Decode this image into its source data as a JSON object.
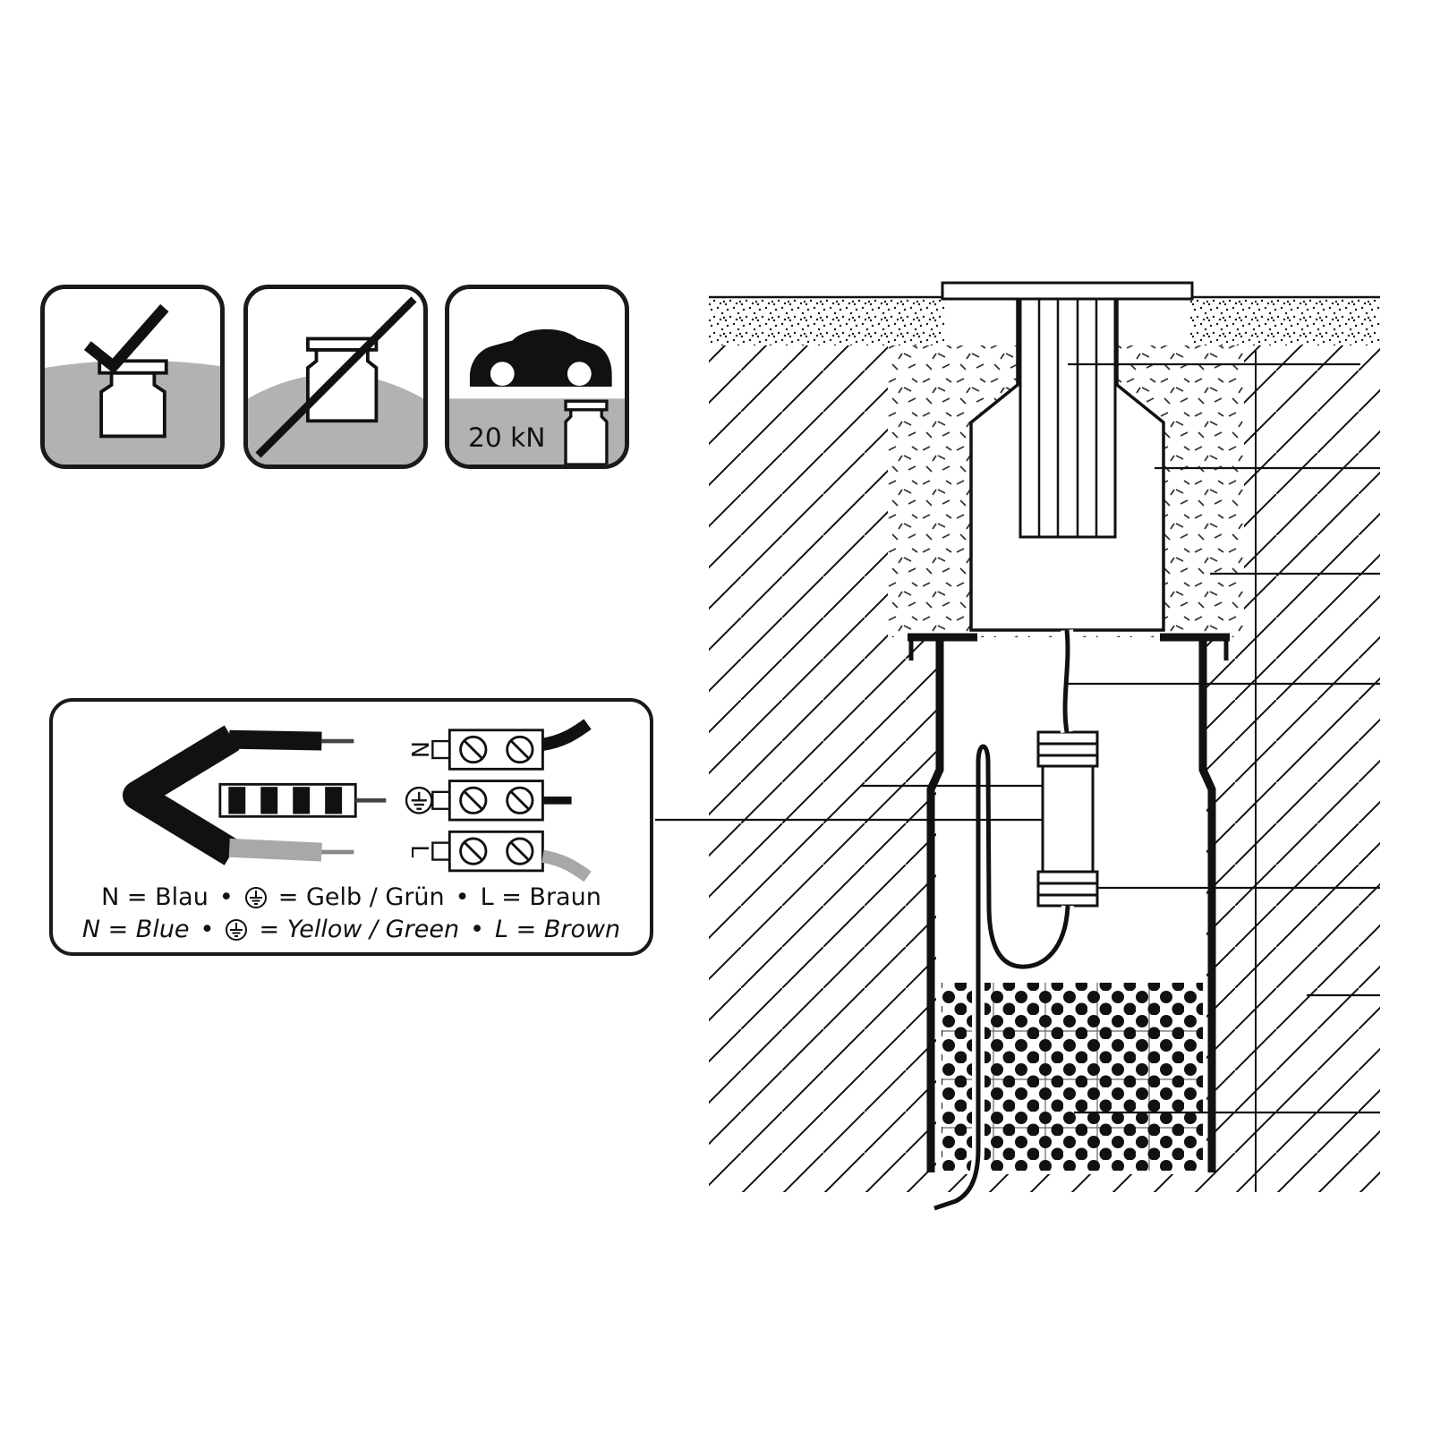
{
  "colors": {
    "ground_gray": "#b2b2b2",
    "ink": "#111111",
    "wire_gray": "#a8a8a8"
  },
  "pictograms": {
    "correct": {
      "icon": "flush-ground-installation-allowed"
    },
    "wrong": {
      "icon": "raised-installation-prohibited"
    },
    "load": {
      "text": "20 kN",
      "icon": "drive-over-car"
    }
  },
  "wiring": {
    "terminal_n": "N",
    "terminal_l": "L",
    "earth_icon": "earth-ground-symbol",
    "legend_de": {
      "seg1": "N = Blau",
      "bullet1": "•",
      "seg2": "= Gelb / Grün",
      "bullet2": "•",
      "seg3": "L = Braun"
    },
    "legend_en": {
      "seg1": "N = Blue",
      "bullet1": "•",
      "seg2": "= Yellow / Green",
      "bullet2": "•",
      "seg3": "L = Brown"
    }
  }
}
